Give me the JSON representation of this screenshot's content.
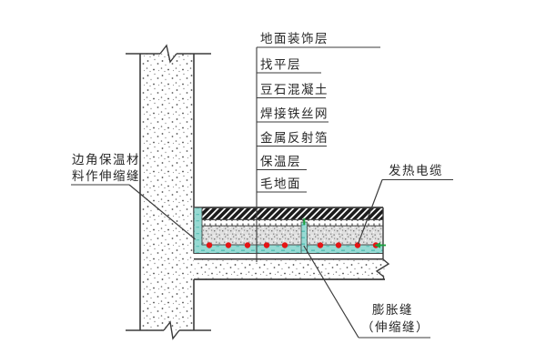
{
  "diagram": {
    "title_none": "",
    "layer_labels": [
      "地面装饰层",
      "找平层",
      "豆石混凝土",
      "焊接铁丝网",
      "金属反射箔",
      "保温层",
      "毛地面"
    ],
    "callouts": {
      "edge_insulation": {
        "line1": "边角保温材",
        "line2": "料作伸缩缝"
      },
      "heating_cable": {
        "label": "发热电缆"
      },
      "expansion_joint": {
        "line1": "膨胀缝",
        "line2": "（伸缩缝）"
      }
    },
    "colors": {
      "line": "#3b3b3b",
      "insulation_teal": "#97dad3",
      "insulation_teal_dark": "#55bdb3",
      "heating_cable_red": "#e41414",
      "marker_green": "#1aa23e",
      "concrete_gray": "#e0e0e0"
    },
    "heating_cable_count": 9
  }
}
